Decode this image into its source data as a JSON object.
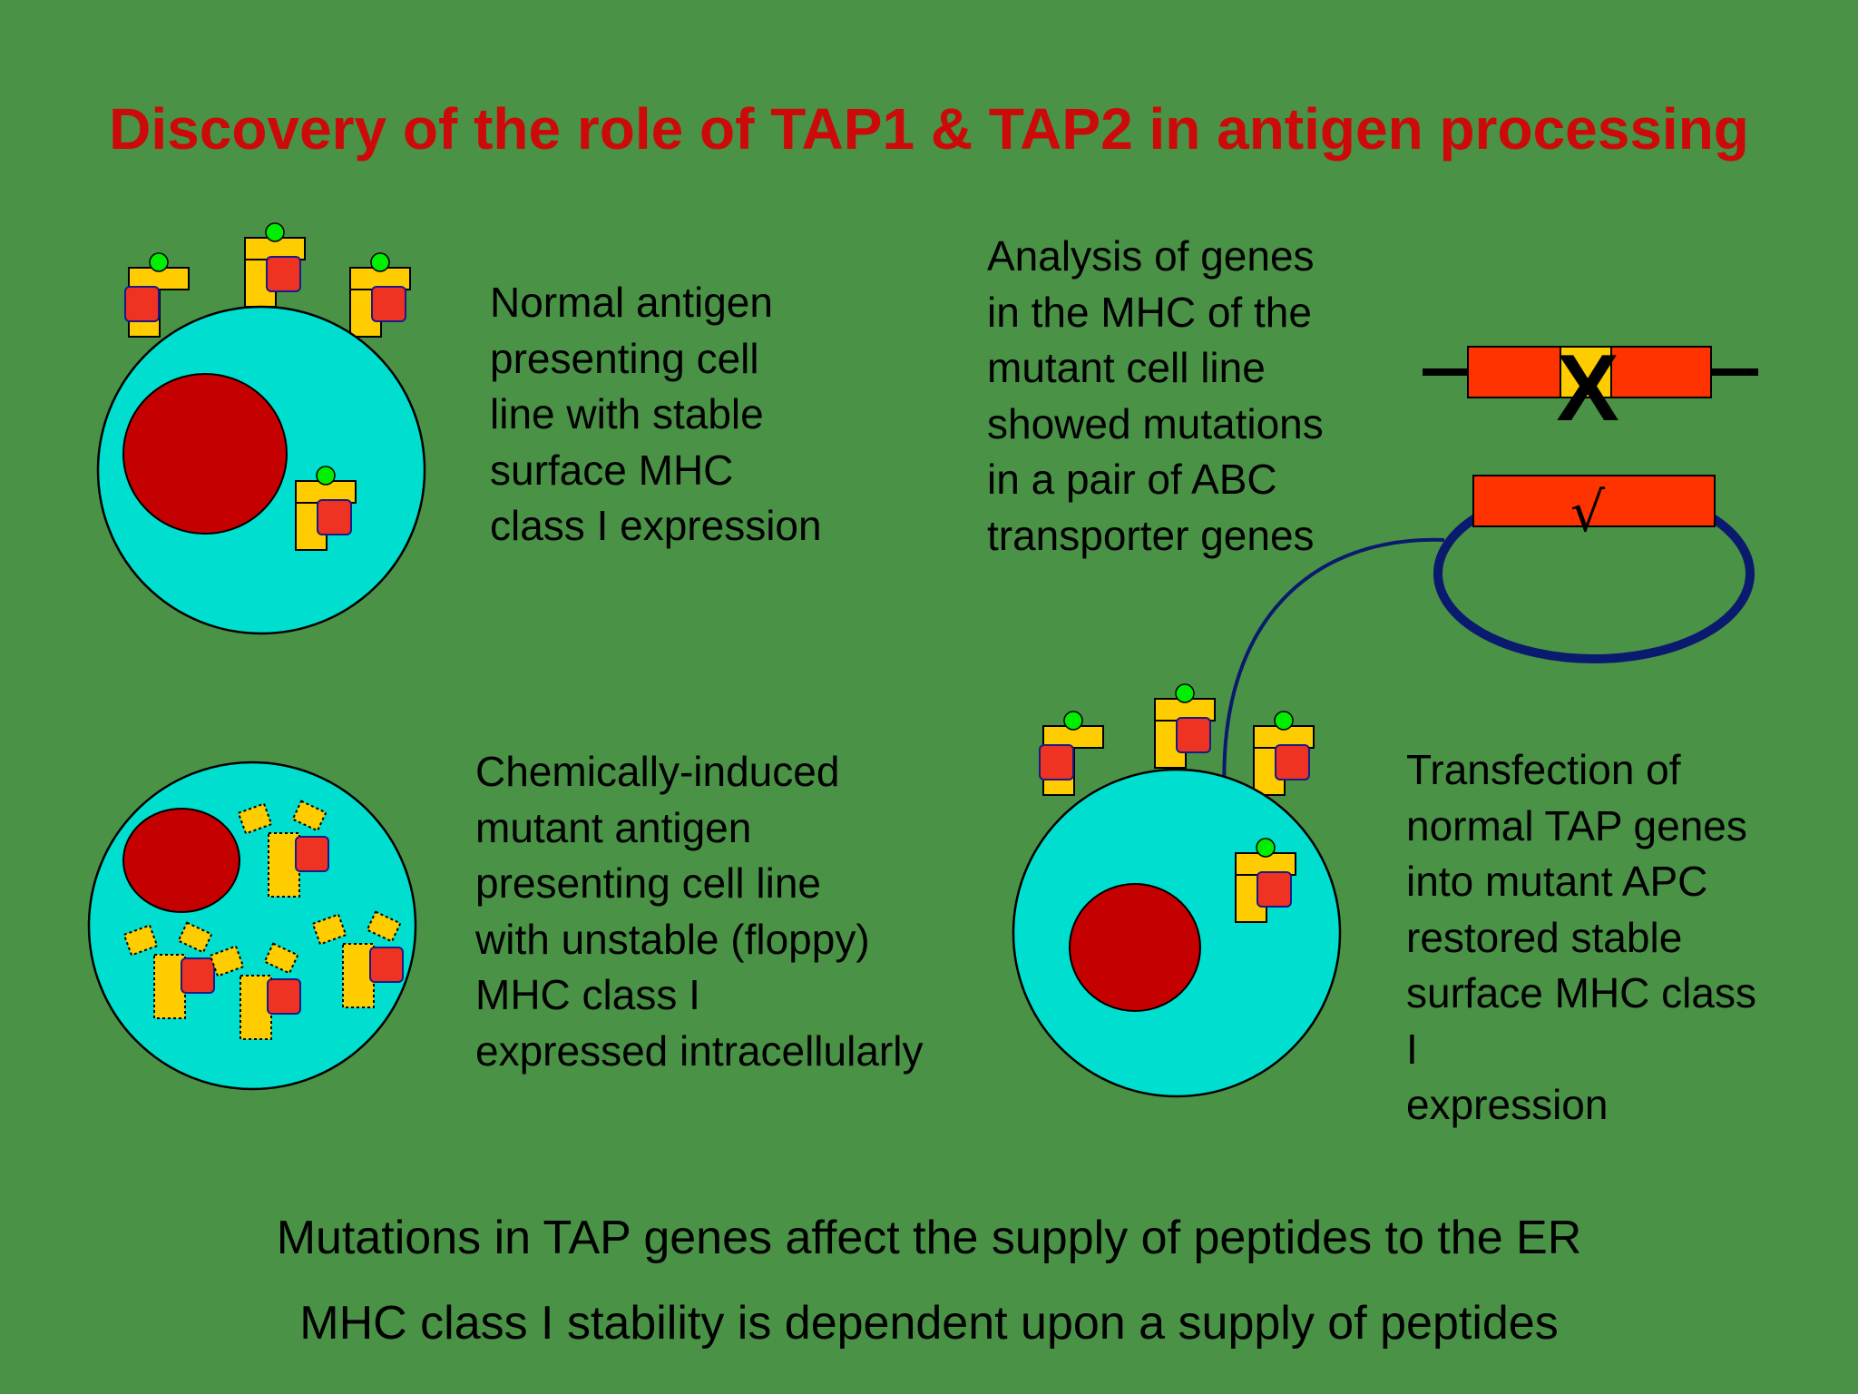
{
  "title": "Discovery of the role of TAP1 & TAP2 in antigen processing",
  "captions": {
    "normal": [
      "Normal antigen",
      "presenting cell",
      "line with stable",
      "surface MHC",
      "class I expression"
    ],
    "analysis": [
      "Analysis of genes",
      "in the MHC of the",
      "mutant cell line",
      "showed mutations",
      "in a pair of ABC",
      "transporter genes"
    ],
    "mutant": [
      "Chemically-induced",
      "mutant antigen",
      "presenting cell line",
      "with unstable (floppy)",
      "MHC class I",
      "expressed intracellularly"
    ],
    "transfection": [
      "Transfection of",
      "normal TAP genes",
      "into mutant APC",
      "restored stable",
      "surface MHC class",
      "I",
      "expression"
    ]
  },
  "gene_marks": {
    "mutated": "X",
    "restored": "√"
  },
  "summary": [
    "Mutations in TAP genes affect the supply of peptides to the ER",
    "MHC class I stability is dependent upon a supply of peptides"
  ],
  "colors": {
    "background": "#4a9246",
    "title": "#cc0a0a",
    "cell": "#00dfcf",
    "nucleus": "#c40000",
    "mhc": "#ffcc00",
    "peptide_block": "#ee3322",
    "peptide": "#00ee00",
    "gene": "#ff3300",
    "plasmid": "#0a1a6e"
  }
}
